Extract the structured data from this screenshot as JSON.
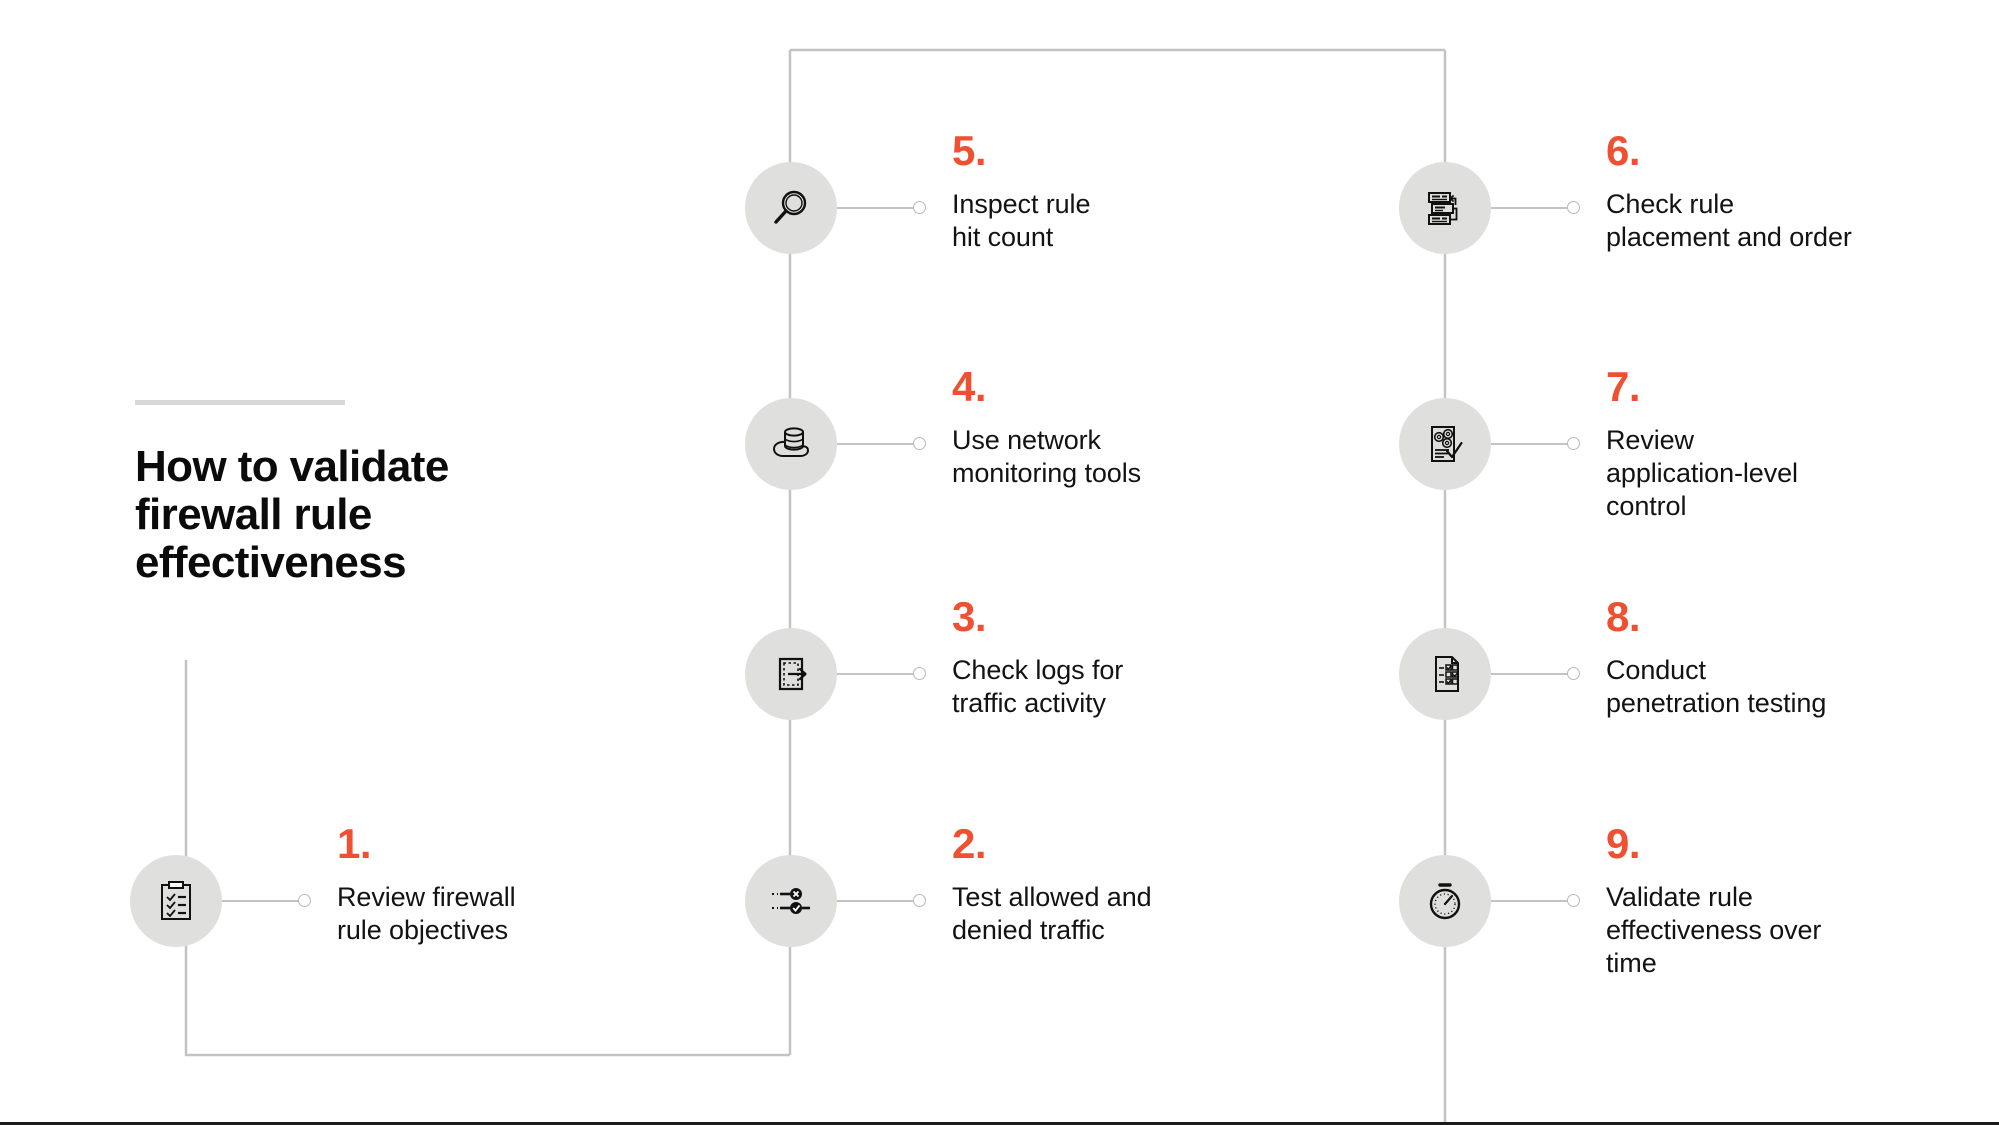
{
  "title": {
    "text": "How to validate\nfirewall rule\neffectiveness"
  },
  "colors": {
    "accent": "#f05032",
    "disc": "#dfdfdd",
    "wire": "#c3c3c3",
    "text": "#131313",
    "title_rule": "#d8d8d8",
    "bottom_rule": "#1b1b1b"
  },
  "steps": [
    {
      "number": "1.",
      "label": "Review firewall\nrule objectives",
      "icon": "clipboard-checklist-icon"
    },
    {
      "number": "2.",
      "label": "Test allowed and\ndenied traffic",
      "icon": "allow-deny-traffic-icon"
    },
    {
      "number": "3.",
      "label": "Check logs for\ntraffic activity",
      "icon": "log-export-arrow-icon"
    },
    {
      "number": "4.",
      "label": "Use network\nmonitoring tools",
      "icon": "cloud-database-icon"
    },
    {
      "number": "5.",
      "label": "Inspect rule\nhit count",
      "icon": "magnifying-glass-icon"
    },
    {
      "number": "6.",
      "label": "Check rule\nplacement and order",
      "icon": "rule-order-list-icon"
    },
    {
      "number": "7.",
      "label": "Review\napplication-level\ncontrol",
      "icon": "document-gears-check-icon"
    },
    {
      "number": "8.",
      "label": "Conduct\npenetration testing",
      "icon": "document-checkboxes-icon"
    },
    {
      "number": "9.",
      "label": "Validate rule\neffectiveness over\ntime",
      "icon": "stopwatch-icon"
    }
  ]
}
